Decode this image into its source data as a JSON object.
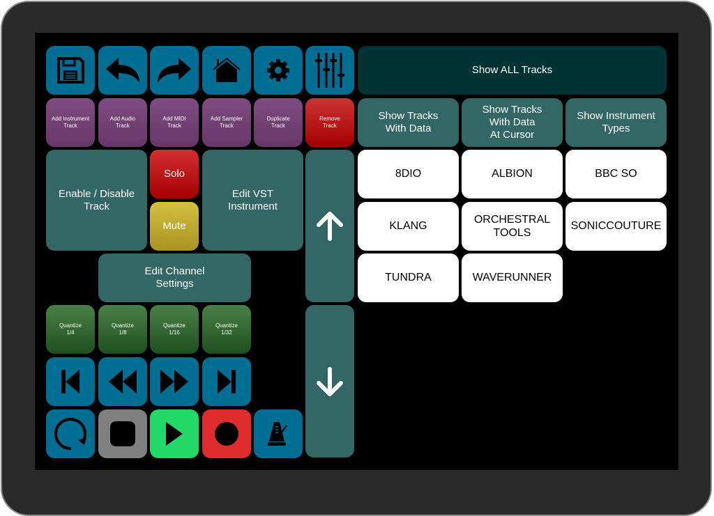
{
  "toolbar": {
    "icons": [
      "save-icon",
      "undo-icon",
      "redo-icon",
      "home-icon",
      "gear-icon",
      "mixer-icon"
    ]
  },
  "track": {
    "add_instrument": "Add Instrument\nTrack",
    "add_audio": "Add Audio\nTrack",
    "add_midi": "Add MIDI\nTrack",
    "add_sampler": "Add Sampler\nTrack",
    "duplicate": "Duplicate\nTrack",
    "remove": "Remove\nTrack",
    "enable_disable": "Enable / Disable\nTrack",
    "solo": "Solo",
    "mute": "Mute",
    "edit_vst": "Edit VST\nInstrument",
    "edit_channel": "Edit Channel\nSettings"
  },
  "quantize": [
    "Quantize\n1/4",
    "Quantize\n1/8",
    "Quantize\n1/16",
    "Quantize\n1/32"
  ],
  "filters": {
    "show_all": "Show ALL Tracks",
    "with_data": "Show Tracks\nWith Data",
    "at_cursor": "Show Tracks\nWith Data\nAt Cursor",
    "instrument_types": "Show Instrument\nTypes"
  },
  "libraries": [
    "8DIO",
    "ALBION",
    "BBC SO",
    "KLANG",
    "ORCHESTRAL\nTOOLS",
    "SONICCOUTURE",
    "TUNDRA",
    "WAVERUNNER"
  ],
  "colors": {
    "blue": "#006d93",
    "teal": "#336766",
    "play": "#22d866",
    "record": "#e02c2c",
    "stop": "#808080",
    "mute": "#c8b42a",
    "solo": "#cc2222"
  }
}
